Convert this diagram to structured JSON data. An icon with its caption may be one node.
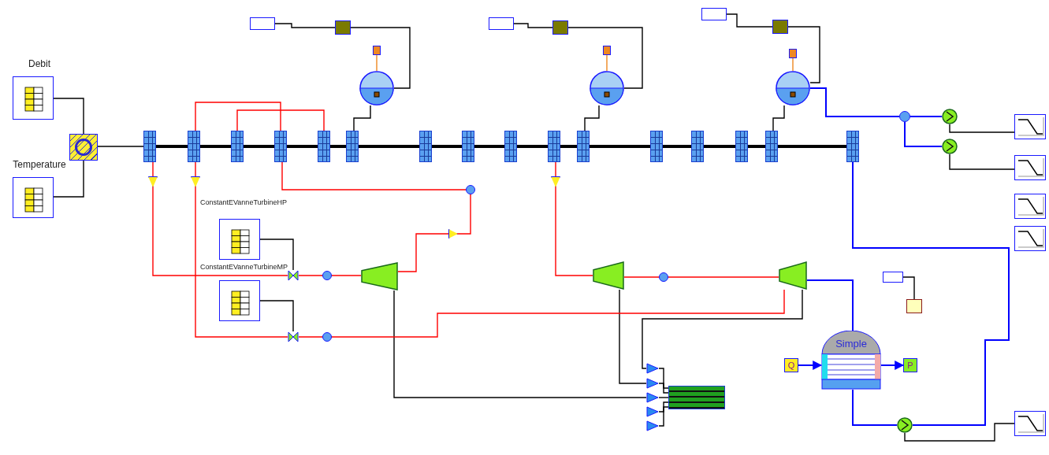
{
  "diagram": {
    "nodes": [
      {
        "text": [
          "Debit"
        ]
      },
      {
        "text": [
          "Temperature"
        ]
      },
      {
        "text": [],
        "shape": "box"
      },
      {
        "text": [
          "ConstantEVanneTurbineHP"
        ]
      },
      {
        "text": [
          "ConstantEVanneTurbineMP"
        ]
      },
      {
        "text": [
          "Simple"
        ]
      },
      {
        "text": [
          "Q"
        ]
      },
      {
        "text": [
          "P"
        ]
      },
      {
        "text": [],
        "shape": "box"
      },
      {
        "text": [],
        "shape": "box"
      },
      {
        "text": [],
        "shape": "box"
      },
      {
        "text": [],
        "shape": "box"
      },
      {
        "text": [],
        "shape": "box"
      },
      {
        "text": [],
        "shape": "box"
      },
      {
        "text": [],
        "shape": "box"
      },
      {
        "text": [],
        "shape": "box"
      },
      {
        "text": [],
        "shape": "box"
      },
      {
        "text": [],
        "shape": "box"
      },
      {
        "text": [],
        "shape": "box"
      },
      {
        "text": [],
        "shape": "box"
      },
      {
        "text": [],
        "shape": "box"
      },
      {
        "text": [],
        "shape": "box"
      },
      {
        "text": [],
        "shape": "box"
      },
      {
        "text": [],
        "shape": "box"
      },
      {
        "text": [],
        "shape": "circle"
      },
      {
        "text": [],
        "shape": "circle"
      },
      {
        "text": [],
        "shape": "circle"
      },
      {
        "text": [],
        "shape": "trapezoid"
      },
      {
        "text": [],
        "shape": "trapezoid"
      },
      {
        "text": [],
        "shape": "trapezoid"
      },
      {
        "text": [],
        "shape": "circle"
      },
      {
        "text": [],
        "shape": "circle"
      },
      {
        "text": [],
        "shape": "circle"
      },
      {
        "text": [],
        "shape": "circle"
      },
      {
        "text": [],
        "shape": "box"
      },
      {
        "text": [],
        "shape": "box"
      },
      {
        "text": [],
        "shape": "box"
      },
      {
        "text": [],
        "shape": "box"
      },
      {
        "text": [],
        "shape": "box"
      },
      {
        "text": [],
        "shape": "triangle"
      },
      {
        "text": [],
        "shape": "triangle"
      },
      {
        "text": [],
        "shape": "triangle"
      },
      {
        "text": [],
        "shape": "triangle"
      },
      {
        "text": [],
        "shape": "triangle"
      },
      {
        "text": [],
        "shape": "box"
      },
      {
        "text": [],
        "shape": "valve"
      },
      {
        "text": [],
        "shape": "valve"
      },
      {
        "text": [],
        "shape": "box"
      },
      {
        "text": [],
        "shape": "box"
      },
      {
        "text": [],
        "shape": "box"
      },
      {
        "text": [],
        "shape": "box"
      },
      {
        "text": [],
        "shape": "box"
      },
      {
        "text": [],
        "shape": "box"
      },
      {
        "text": [],
        "shape": "box"
      },
      {
        "text": [],
        "shape": "box"
      },
      {
        "text": [],
        "shape": "box"
      },
      {
        "text": [],
        "shape": "box"
      },
      {
        "text": [],
        "shape": "box"
      }
    ],
    "edges": [
      {
        "from": 0,
        "to": 2,
        "arrow": "none"
      },
      {
        "from": 1,
        "to": 2,
        "arrow": "none"
      },
      {
        "from": 2,
        "to": 8,
        "arrow": "none"
      },
      {
        "from": 8,
        "to": 9,
        "arrow": "none",
        "style": "thick"
      },
      {
        "from": 9,
        "to": 10,
        "arrow": "none",
        "style": "thick"
      },
      {
        "from": 10,
        "to": 11,
        "arrow": "none",
        "style": "thick"
      },
      {
        "from": 11,
        "to": 12,
        "arrow": "none",
        "style": "thick"
      },
      {
        "from": 12,
        "to": 13,
        "arrow": "none",
        "style": "thick"
      },
      {
        "from": 13,
        "to": 14,
        "arrow": "none",
        "style": "thick"
      },
      {
        "from": 14,
        "to": 15,
        "arrow": "none",
        "style": "thick"
      },
      {
        "from": 15,
        "to": 16,
        "arrow": "none",
        "style": "thick"
      },
      {
        "from": 16,
        "to": 17,
        "arrow": "none",
        "style": "thick"
      },
      {
        "from": 17,
        "to": 18,
        "arrow": "none",
        "style": "thick"
      },
      {
        "from": 18,
        "to": 19,
        "arrow": "none",
        "style": "thick"
      },
      {
        "from": 19,
        "to": 20,
        "arrow": "none",
        "style": "thick"
      },
      {
        "from": 20,
        "to": 21,
        "arrow": "none",
        "style": "thick"
      },
      {
        "from": 21,
        "to": 22,
        "arrow": "none",
        "style": "thick"
      },
      {
        "from": 22,
        "to": 23,
        "arrow": "none",
        "style": "thick"
      },
      {
        "from": 24,
        "to": 13,
        "arrow": "none"
      },
      {
        "from": 25,
        "to": 18,
        "arrow": "none"
      },
      {
        "from": 26,
        "to": 22,
        "arrow": "none"
      },
      {
        "from": 8,
        "to": 45,
        "arrow": "none",
        "color": "#ff0000"
      },
      {
        "from": 17,
        "to": 28,
        "arrow": "none",
        "color": "#ff0000"
      },
      {
        "from": 28,
        "to": 29,
        "arrow": "none",
        "color": "#ff0000"
      },
      {
        "from": 27,
        "to": 11,
        "arrow": "none",
        "color": "#ff0000"
      },
      {
        "from": 9,
        "to": 46,
        "arrow": "none",
        "color": "#ff0000"
      },
      {
        "from": 9,
        "to": 11,
        "arrow": "none",
        "color": "#ff0000"
      },
      {
        "from": 10,
        "to": 12,
        "arrow": "none",
        "color": "#ff0000"
      },
      {
        "from": 27,
        "to": 41,
        "arrow": "none"
      },
      {
        "from": 28,
        "to": 40,
        "arrow": "none"
      },
      {
        "from": 29,
        "to": 39,
        "arrow": "none"
      },
      {
        "from": 39,
        "to": 44,
        "arrow": "none"
      },
      {
        "from": 40,
        "to": 44,
        "arrow": "none"
      },
      {
        "from": 41,
        "to": 44,
        "arrow": "none"
      },
      {
        "from": 42,
        "to": 44,
        "arrow": "none"
      },
      {
        "from": 43,
        "to": 44,
        "arrow": "none"
      },
      {
        "from": 29,
        "to": 5,
        "arrow": "none",
        "color": "#0000ff"
      },
      {
        "from": 6,
        "to": 5,
        "arrow": "to",
        "color": "#0000ff"
      },
      {
        "from": 5,
        "to": 7,
        "arrow": "to",
        "color": "#0000ff"
      },
      {
        "from": 5,
        "to": 33,
        "arrow": "none",
        "color": "#0000ff"
      },
      {
        "from": 33,
        "to": 38,
        "arrow": "none"
      },
      {
        "from": 33,
        "to": 23,
        "arrow": "none",
        "color": "#0000ff"
      },
      {
        "from": 26,
        "to": 30,
        "arrow": "none",
        "color": "#0000ff"
      },
      {
        "from": 30,
        "to": 31,
        "arrow": "none",
        "color": "#0000ff"
      },
      {
        "from": 30,
        "to": 32,
        "arrow": "none",
        "color": "#0000ff"
      },
      {
        "from": 31,
        "to": 34,
        "arrow": "none"
      },
      {
        "from": 32,
        "to": 35,
        "arrow": "none"
      },
      {
        "from": 3,
        "to": 45,
        "arrow": "none"
      },
      {
        "from": 4,
        "to": 46,
        "arrow": "none"
      },
      {
        "from": 45,
        "to": 27,
        "arrow": "none",
        "color": "#ff0000"
      },
      {
        "from": 46,
        "to": 29,
        "arrow": "none",
        "color": "#ff0000"
      },
      {
        "from": 47,
        "to": 50,
        "arrow": "none"
      },
      {
        "from": 48,
        "to": 51,
        "arrow": "none"
      },
      {
        "from": 49,
        "to": 52,
        "arrow": "none"
      },
      {
        "from": 50,
        "to": 24,
        "arrow": "none"
      },
      {
        "from": 51,
        "to": 25,
        "arrow": "none"
      },
      {
        "from": 52,
        "to": 26,
        "arrow": "none"
      },
      {
        "from": 53,
        "to": 24,
        "arrow": "none",
        "color": "#ee8822"
      },
      {
        "from": 54,
        "to": 25,
        "arrow": "none",
        "color": "#ee8822"
      },
      {
        "from": 55,
        "to": 26,
        "arrow": "none",
        "color": "#ee8822"
      },
      {
        "from": 56,
        "to": 57,
        "arrow": "none"
      }
    ]
  }
}
